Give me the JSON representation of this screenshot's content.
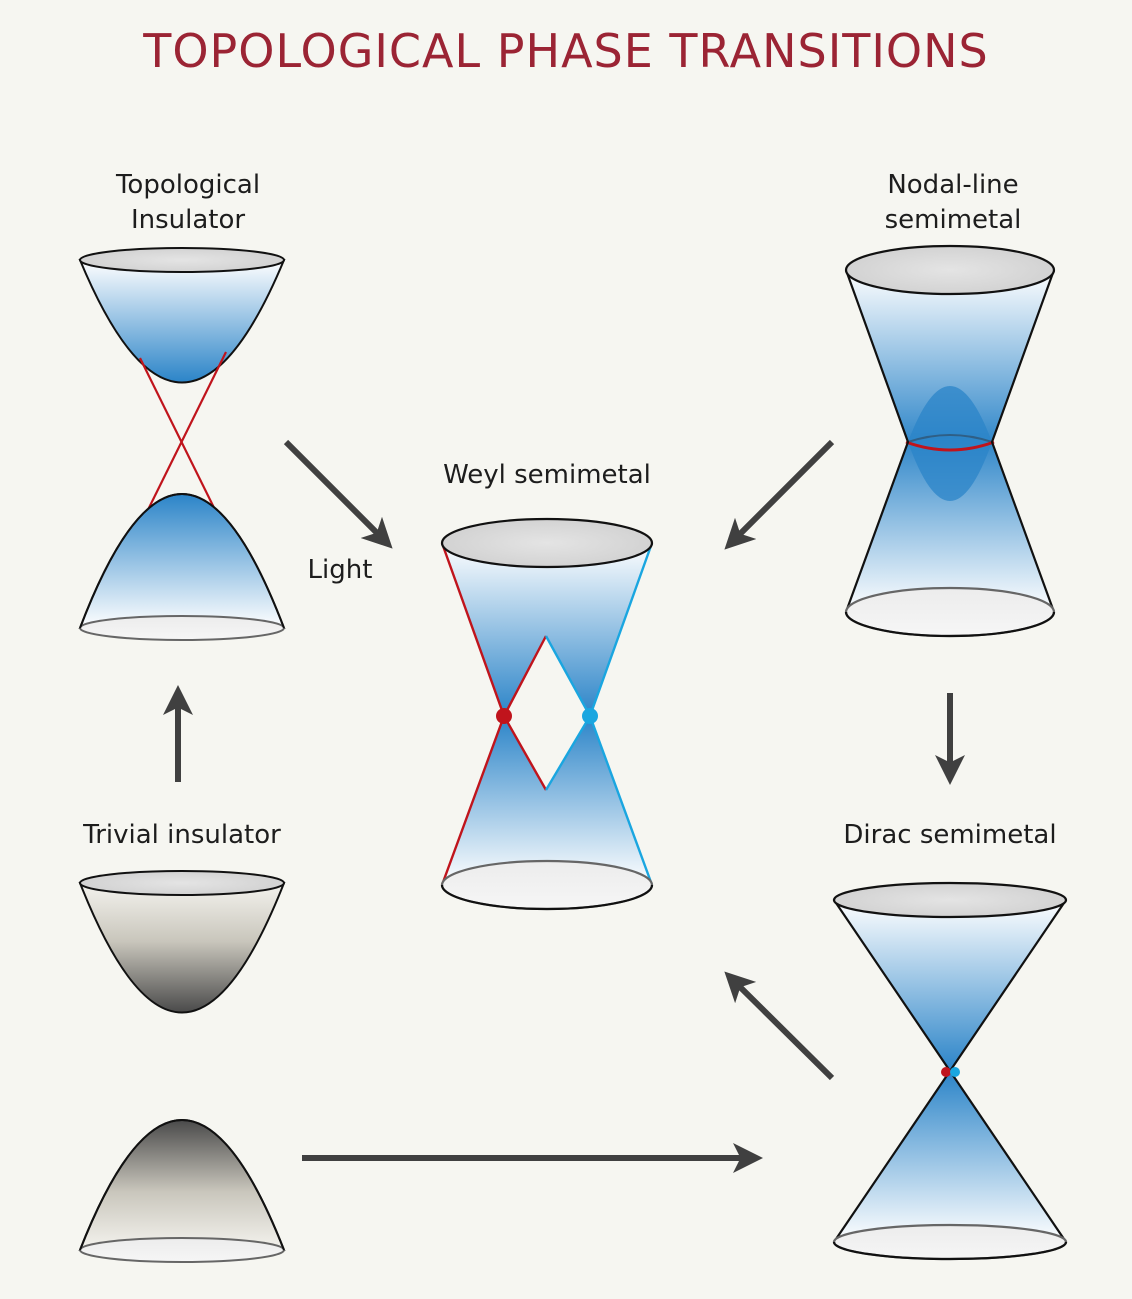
{
  "title": "TOPOLOGICAL PHASE TRANSITIONS",
  "labels": {
    "topological_insulator_line1": "Topological",
    "topological_insulator_line2": "Insulator",
    "nodal_line_line1": "Nodal-line",
    "nodal_line_line2": "semimetal",
    "weyl": "Weyl semimetal",
    "light": "Light",
    "trivial": "Trivial insulator",
    "dirac": "Dirac semimetal"
  },
  "colors": {
    "title": "#9b2434",
    "background": "#f6f6f1",
    "cone_blue": "#2b84c8",
    "cone_gray": "#4a4a4a",
    "red_line": "#c0141c",
    "cyan_line": "#1aa6e0",
    "arrow": "#404040"
  }
}
